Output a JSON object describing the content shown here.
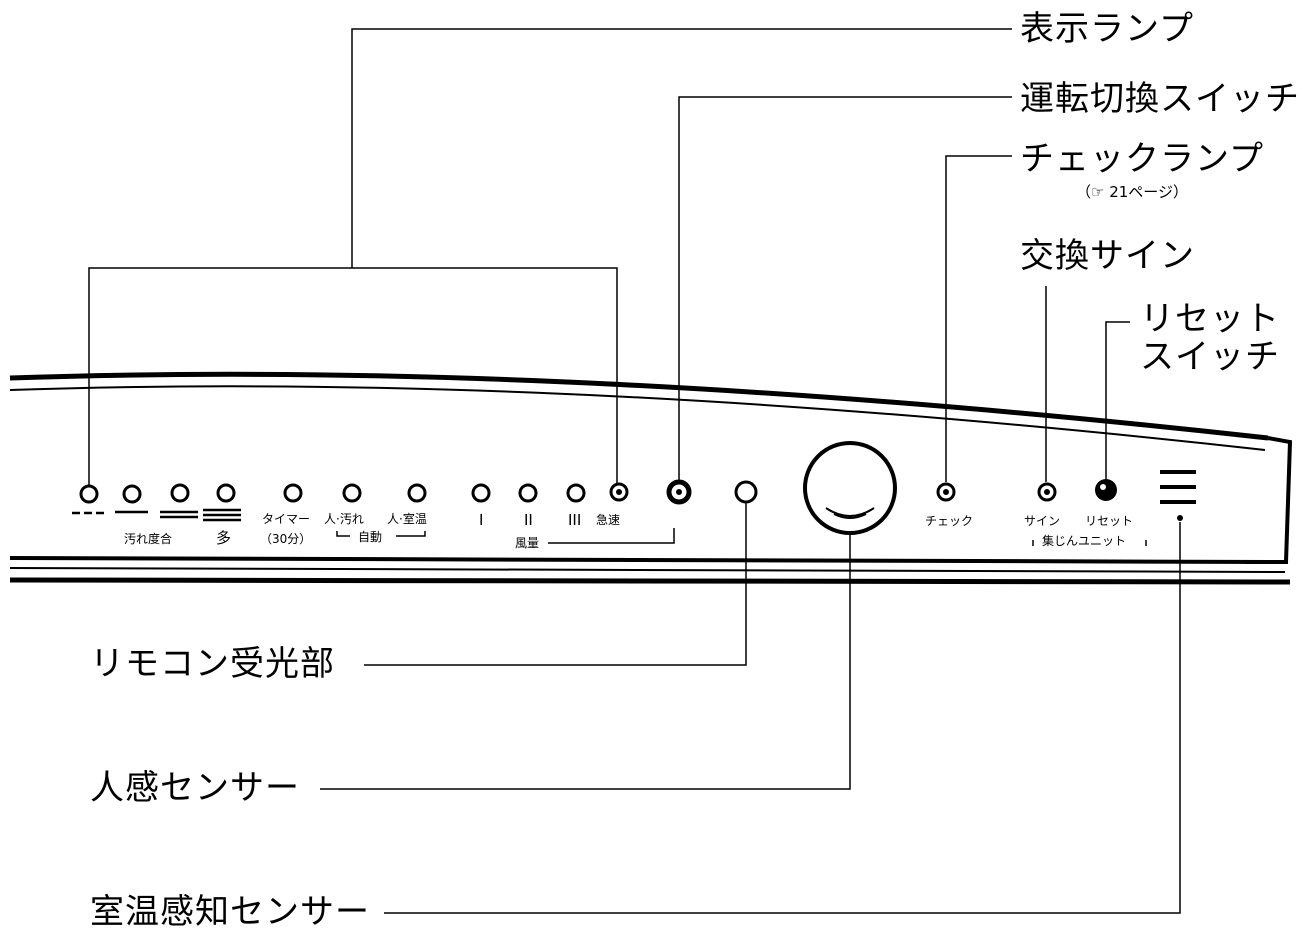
{
  "callouts": {
    "display_lamp": "表示ランプ",
    "mode_switch": "運転切換スイッチ",
    "check_lamp": "チェックランプ",
    "check_lamp_ref": "（☞ 21ページ）",
    "replace_sign": "交換サイン",
    "reset_switch_line1": "リセット",
    "reset_switch_line2": "スイッチ",
    "remote_receiver": "リモコン受光部",
    "human_sensor": "人感センサー",
    "room_temp_sensor": "室温感知センサー"
  },
  "panel": {
    "dirt_level": "汚れ度合",
    "many": "多",
    "timer": "タイマー",
    "timer_30": "（30分）",
    "auto_person_dirt": "人·汚れ",
    "auto_person_temp": "人·室温",
    "auto": "自動",
    "speed_1": "I",
    "speed_2": "II",
    "speed_3": "III",
    "rapid": "急速",
    "air_volume": "風量",
    "check": "チェック",
    "sign": "サイン",
    "reset": "リセット",
    "dust_unit": "集じんユニット"
  },
  "colors": {
    "ink": "#000000",
    "paper": "#ffffff"
  }
}
